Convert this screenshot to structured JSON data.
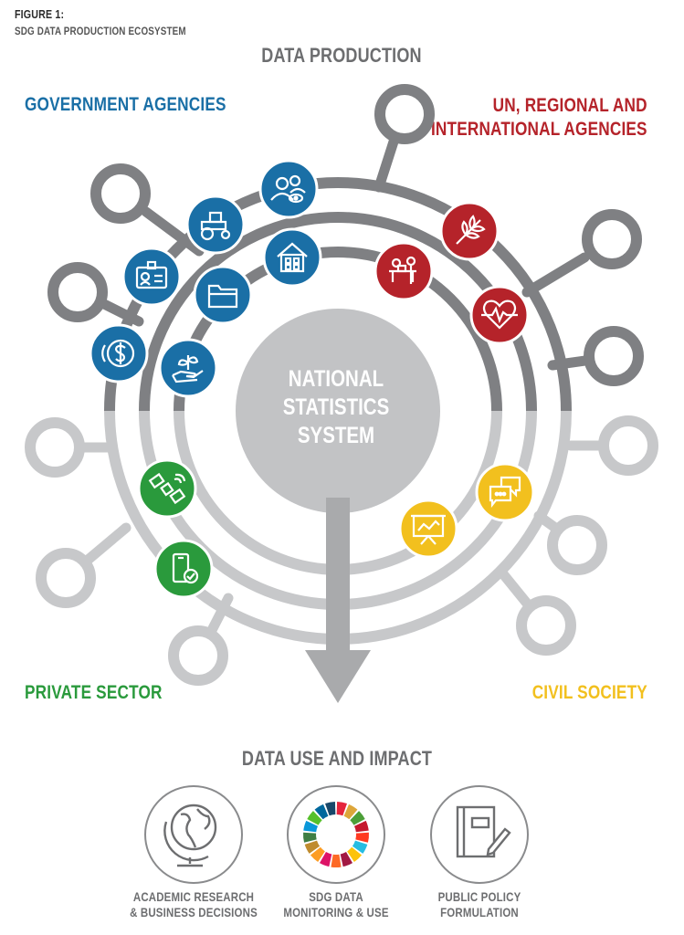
{
  "figure": {
    "label": "FIGURE 1:",
    "title": "SDG DATA PRODUCTION ECOSYSTEM"
  },
  "headings": {
    "production": "DATA PRODUCTION",
    "use": "DATA USE AND IMPACT"
  },
  "center": {
    "line1": "NATIONAL",
    "line2": "STATISTICS",
    "line3": "SYSTEM"
  },
  "categories": {
    "government": {
      "label": "GOVERNMENT AGENCIES",
      "color": "#1a6fa6"
    },
    "un": {
      "line1": "UN, REGIONAL AND",
      "line2": "INTERNATIONAL AGENCIES",
      "color": "#b5232a"
    },
    "private": {
      "label": "PRIVATE SECTOR",
      "color": "#2a9a3c"
    },
    "civil": {
      "label": "CIVIL SOCIETY",
      "color": "#f2c01e"
    }
  },
  "icons": {
    "government": [
      "users-eye-icon",
      "tractor-icon",
      "id-card-icon",
      "house-icon",
      "folder-icon",
      "dollar-coin-icon",
      "plant-hand-icon"
    ],
    "un": [
      "people-meeting-icon",
      "wheat-icon",
      "heart-pulse-icon"
    ],
    "private": [
      "satellite-icon",
      "smartphone-check-icon"
    ],
    "civil": [
      "chat-bubbles-icon",
      "presentation-chart-icon"
    ]
  },
  "impacts": [
    {
      "icon": "globe-icon",
      "line1": "ACADEMIC RESEARCH",
      "line2": "& BUSINESS DECISIONS"
    },
    {
      "icon": "sdg-wheel-icon",
      "line1": "SDG DATA",
      "line2": "MONITORING & USE"
    },
    {
      "icon": "notebook-pen-icon",
      "line1": "PUBLIC POLICY",
      "line2": "FORMULATION"
    }
  ],
  "colors": {
    "ring_dark": "#7f8083",
    "ring_light": "#c7c8ca",
    "center": "#c2c3c5",
    "arrow": "#a9aaac",
    "outline": "#8a8b8d"
  }
}
